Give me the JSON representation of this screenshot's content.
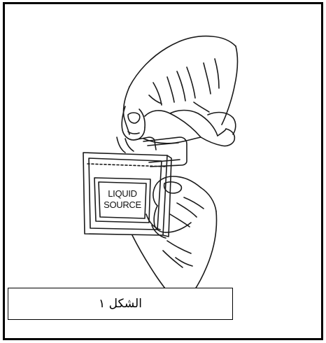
{
  "figure": {
    "package_label_line1": "LIQUID",
    "package_label_line2": "SOURCE",
    "caption": "الشكل ١"
  }
}
